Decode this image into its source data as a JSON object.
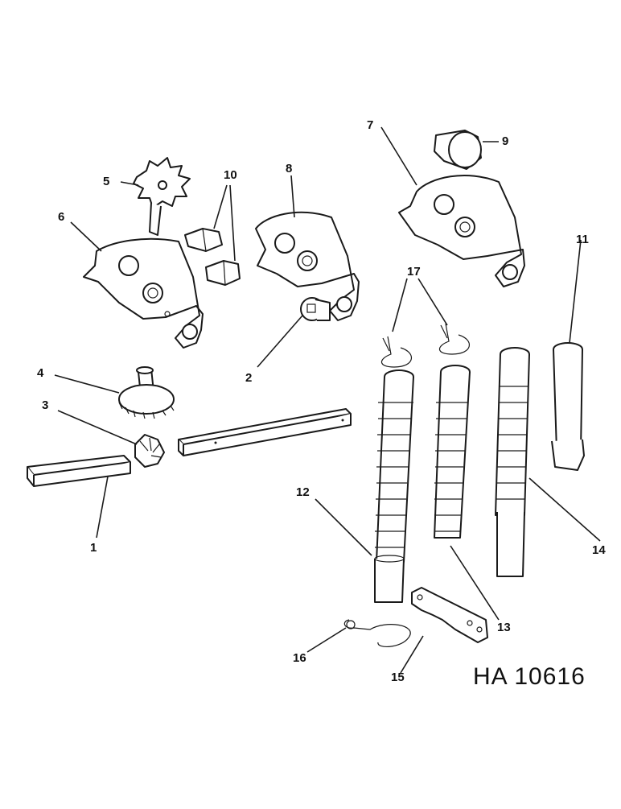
{
  "labels": {
    "l1": "1",
    "l2": "2",
    "l3": "3",
    "l4": "4",
    "l5": "5",
    "l6": "6",
    "l7": "7",
    "l8": "8",
    "l9": "9",
    "l10": "10",
    "l11": "11",
    "l12": "12",
    "l13": "13",
    "l14": "14",
    "l15": "15",
    "l16": "16",
    "l17": "17"
  },
  "drawing_code": "HA 10616"
}
